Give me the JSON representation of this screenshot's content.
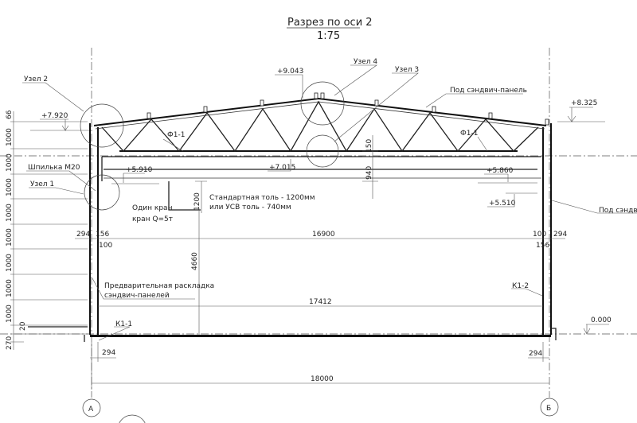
{
  "title": "Разрез по оси 2",
  "scale": "1:75",
  "nodes": {
    "node1": "Узел 1",
    "node2": "Узел 2",
    "node3": "Узел 3",
    "node4": "Узел 4"
  },
  "elevations": {
    "e7920": "+7.920",
    "e9043": "+9.043",
    "e8325": "+8.325",
    "e7015": "+7.015",
    "e5910": "+5.910",
    "e5860": "+5.860",
    "e5510": "+5.510",
    "e0000": "0.000"
  },
  "labels": {
    "truss_left": "Ф1-1",
    "truss_right": "Ф1-1",
    "stud": "Шпилька М20",
    "crane1": "Один кран",
    "crane2": "кран Q=5т",
    "std1": "Стандартная толь - 1200мм",
    "std2": "или УСВ толь - 740мм",
    "sandwich_roof": "Под сэндвич-панель",
    "sandwich_wall": "Под сэндв",
    "prelim1": "Предварительная раскладка",
    "prelim2": "сэндвич-панелей",
    "col_left": "К1-1",
    "col_right": "К1-2"
  },
  "dims": {
    "left_chain": [
      "66",
      "1000",
      "1000",
      "1000",
      "1000",
      "1000",
      "1000",
      "1000",
      "1000",
      "20",
      "270"
    ],
    "d150": "150",
    "d940": "940",
    "d1200": "1200",
    "d4660": "4660",
    "d16900": "16900",
    "d17412": "17412",
    "d18000": "18000",
    "l294": "294",
    "l156": "156",
    "l100": "100",
    "r100": "100",
    "r294": "294",
    "r156": "156",
    "b294l": "294",
    "b294r": "294"
  },
  "axes": {
    "left": "А",
    "right": "Б"
  }
}
